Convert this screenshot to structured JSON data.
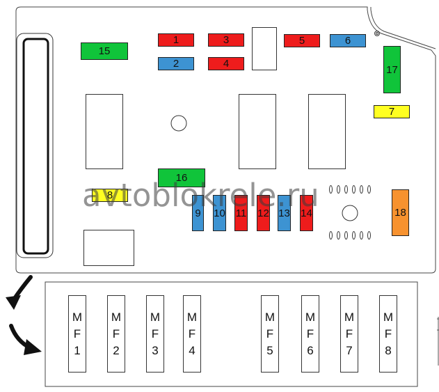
{
  "fuses": [
    {
      "id": "1",
      "label": "1",
      "color": "#ee1c1c"
    },
    {
      "id": "2",
      "label": "2",
      "color": "#3d93d2"
    },
    {
      "id": "3",
      "label": "3",
      "color": "#ee1c1c"
    },
    {
      "id": "4",
      "label": "4",
      "color": "#ee1c1c"
    },
    {
      "id": "5",
      "label": "5",
      "color": "#ee1c1c"
    },
    {
      "id": "6",
      "label": "6",
      "color": "#3d93d2"
    },
    {
      "id": "7",
      "label": "7",
      "color": "#ffff22"
    },
    {
      "id": "8",
      "label": "8",
      "color": "#ffff22"
    },
    {
      "id": "9",
      "label": "9",
      "color": "#3d93d2"
    },
    {
      "id": "10",
      "label": "10",
      "color": "#3d93d2"
    },
    {
      "id": "11",
      "label": "11",
      "color": "#ee1c1c"
    },
    {
      "id": "12",
      "label": "12",
      "color": "#ee1c1c"
    },
    {
      "id": "13",
      "label": "13",
      "color": "#3d93d2"
    },
    {
      "id": "14",
      "label": "14",
      "color": "#ee1c1c"
    },
    {
      "id": "15",
      "label": "15",
      "color": "#10c43a"
    },
    {
      "id": "16",
      "label": "16",
      "color": "#10c43a"
    },
    {
      "id": "17",
      "label": "17",
      "color": "#10c43a"
    },
    {
      "id": "18",
      "label": "18",
      "color": "#f7922f"
    }
  ],
  "maxi_fuses": [
    {
      "letters": [
        "M",
        "F",
        "1"
      ]
    },
    {
      "letters": [
        "M",
        "F",
        "2"
      ]
    },
    {
      "letters": [
        "M",
        "F",
        "3"
      ]
    },
    {
      "letters": [
        "M",
        "F",
        "4"
      ]
    },
    {
      "letters": [
        "M",
        "F",
        "5"
      ]
    },
    {
      "letters": [
        "M",
        "F",
        "6"
      ]
    },
    {
      "letters": [
        "M",
        "F",
        "7"
      ]
    },
    {
      "letters": [
        "M",
        "F",
        "8"
      ]
    }
  ],
  "watermark": "avtoblokrele.ru"
}
